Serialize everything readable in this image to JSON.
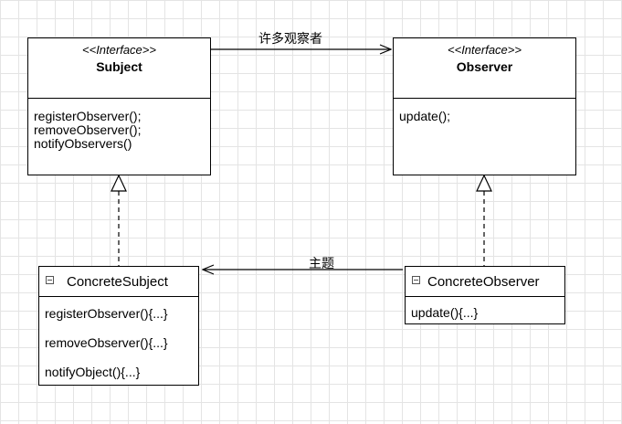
{
  "subject": {
    "stereotype": "<<Interface>>",
    "name": "Subject",
    "methods": [
      "registerObserver();",
      "removeObserver();",
      "notifyObservers()"
    ]
  },
  "observer": {
    "stereotype": "<<Interface>>",
    "name": "Observer",
    "methods": [
      "update();"
    ]
  },
  "concrete_subject": {
    "name": "ConcreteSubject",
    "methods": [
      "registerObserver(){...}",
      "removeObserver(){...}",
      "notifyObject(){...}"
    ]
  },
  "concrete_observer": {
    "name": "ConcreteObserver",
    "methods": [
      "update(){...}"
    ]
  },
  "edges": {
    "subject_to_observer": "许多观察者",
    "observer_to_subject": "主题"
  }
}
